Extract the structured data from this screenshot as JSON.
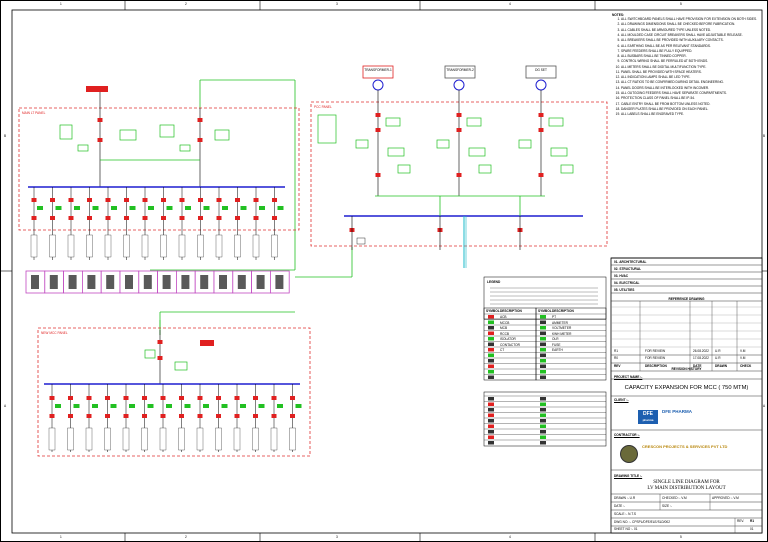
{
  "frame": {
    "columns": [
      "1",
      "2",
      "3",
      "4",
      "5"
    ],
    "rows": [
      "B",
      "A"
    ]
  },
  "notes": {
    "title": "NOTES:",
    "items": [
      "ALL SWITCHBOARD PANELS SHALL HAVE PROVISION FOR EXTENSION ON BOTH SIDES.",
      "ALL DRAWINGS DIMENSIONS SHALL BE CHECKED BEFORE FABRICATION.",
      "ALL CABLES SHALL BE ARMOURED TYPE UNLESS NOTED.",
      "ALL MOULDED CASE CIRCUIT BREAKERS SHALL HAVE ADJUSTABLE RELEASE.",
      "ALL BREAKERS SHALL BE PROVIDED WITH AUXILIARY CONTACTS.",
      "ALL EARTHING SHALL BE AS PER RELEVANT STANDARDS.",
      "SPARE FEEDERS SHALL BE FULLY EQUIPPED.",
      "ALL BUSBARS SHALL BE TINNED COPPER.",
      "CONTROL WIRING SHALL BE FERRULED AT BOTH ENDS.",
      "ALL METERS SHALL BE DIGITAL MULTIFUNCTION TYPE.",
      "PANEL SHALL BE PROVIDED WITH SPACE HEATERS.",
      "ALL INDICATION LAMPS SHALL BE LED TYPE.",
      "ALL CT RATIOS TO BE CONFIRMED DURING DETAIL ENGINEERING.",
      "PANEL DOORS SHALL BE INTERLOCKED WITH INCOMER.",
      "ALL OUTGOING FEEDERS SHALL HAVE SEPARATE COMPARTMENTS.",
      "PROTECTION CLASS OF PANEL SHALL BE IP-54.",
      "CABLE ENTRY SHALL BE FROM BOTTOM UNLESS NOTED.",
      "DANGER PLATES SHALL BE PROVIDED ON EACH PANEL.",
      "ALL LABELS SHALL BE ENGRAVED TYPE."
    ]
  },
  "diagram": {
    "transformers": [
      {
        "label": "TRANSFORMER-1"
      },
      {
        "label": "TRANSFORMER-2"
      },
      {
        "label": "DG SET"
      }
    ],
    "panels": [
      {
        "label": "MAIN LT PANEL"
      },
      {
        "label": "NEW MCC PANEL"
      },
      {
        "label": "PCC PANEL"
      }
    ]
  },
  "legend": {
    "title": "LEGEND",
    "col_headers": [
      "SYMBOL",
      "DESCRIPTION",
      "SYMBOL",
      "DESCRIPTION"
    ],
    "items": [
      "ACB",
      "MCCB",
      "MCB",
      "RCCB",
      "ISOLATOR",
      "CONTACTOR",
      "CT",
      "PT",
      "AMMETER",
      "VOLTMETER",
      "KWH METER",
      "OLR",
      "FUSE",
      "EARTH"
    ]
  },
  "title_block": {
    "disciplines": [
      "01. ARCHITECTURAL",
      "02. STRUCTURAL",
      "03. HVAC",
      "04. ELECTRICAL",
      "05. UTILITIES"
    ],
    "reference_drawing": "REFERENCE DRAWING",
    "revision_rows": [
      {
        "rev": "R1",
        "desc": "FOR REVIEW",
        "date": "26.08.2022",
        "drawn": "U.R",
        "checked": "V.M"
      },
      {
        "rev": "R0",
        "desc": "FOR REVIEW",
        "date": "17.08.2022",
        "drawn": "U.R",
        "checked": "V.M"
      }
    ],
    "revision_headers": [
      "REV",
      "DESCRIPTION",
      "DATE",
      "DRAWN",
      "CHECK"
    ],
    "revision_history": "REVISION HISTORY",
    "project_name_label": "PROJECT NAME :-",
    "project_name": "CAPACITY EXPANSION FOR MCC ( 750 MTM)",
    "client_label": "CLIENT :-",
    "client_logo": "DFE",
    "client_logo_sub": "pharma",
    "client_name": "DFE PHARMA",
    "contractor_label": "CONTRACTOR :-",
    "contractor_name": "CRESCON PROJECTS & SERVICES PVT LTD",
    "drawing_title_label": "DRAWING TITLE :-",
    "drawing_title_1": "SINGLE LINE DIAGRAM FOR",
    "drawing_title_2": "LV MAIN DISTRIBUTION LAYOUT",
    "drawn_label": "DRAWN :- U.R",
    "checked_label": "CHECKED :- V.M",
    "approved_label": "APPROVED :- V.M",
    "date_label": "DATE :-",
    "size_label": "SIZE :-",
    "scale_label": "SCALE :- N.T.S",
    "dwg_no_label": "DWG NO. :- CPSPL/DFE/ELE/SLD/002",
    "sheet_label": "SHEET NO :- 01",
    "rev_label": "REV.",
    "rev_value": "R1",
    "page_value": "01"
  },
  "colors": {
    "bus": "#1f1fd0",
    "panel_border": "#e03030",
    "feeder_green": "#22c022",
    "cable_cyan": "#18b8c8",
    "box_magenta": "#c048c0",
    "breaker_red": "#e02020"
  }
}
